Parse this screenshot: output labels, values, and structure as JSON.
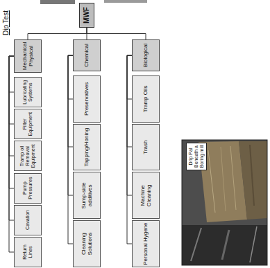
{
  "diagram": {
    "title": "Dip Test",
    "nodes": [
      {
        "text": [
          "MWF"
        ]
      },
      {
        "text": [
          "Mechanical Physical"
        ]
      },
      {
        "text": [
          "Lubricating Systems"
        ]
      },
      {
        "text": [
          "Filter Equipment"
        ]
      },
      {
        "text": [
          "Tramp oil Removal Equipment"
        ]
      },
      {
        "text": [
          "Pump Pressures"
        ]
      },
      {
        "text": [
          "Cavation"
        ]
      },
      {
        "text": [
          "Return Lines"
        ]
      },
      {
        "text": [
          "Chemical"
        ]
      },
      {
        "text": [
          "Preservatives"
        ]
      },
      {
        "text": [
          "Tapping/Honing"
        ]
      },
      {
        "text": [
          "Sump-side additives"
        ]
      },
      {
        "text": [
          "Cleaning Solutions"
        ]
      },
      {
        "text": [
          "Biological"
        ]
      },
      {
        "text": [
          "Tramp Oils"
        ]
      },
      {
        "text": [
          "Trash"
        ]
      },
      {
        "text": [
          "Machine Cleaning"
        ]
      },
      {
        "text": [
          "Personal Hygene"
        ]
      },
      {
        "text": [
          "Drip Pal Beneath a Boring mill"
        ]
      }
    ],
    "edges": [
      {
        "from": 0,
        "to": 1,
        "arrow": "none"
      },
      {
        "from": 0,
        "to": 8,
        "arrow": "none"
      },
      {
        "from": 0,
        "to": 13,
        "arrow": "none"
      },
      {
        "from": 1,
        "to": 2,
        "arrow": "none"
      },
      {
        "from": 1,
        "to": 3,
        "arrow": "none"
      },
      {
        "from": 1,
        "to": 4,
        "arrow": "none"
      },
      {
        "from": 1,
        "to": 5,
        "arrow": "none"
      },
      {
        "from": 1,
        "to": 6,
        "arrow": "none"
      },
      {
        "from": 1,
        "to": 7,
        "arrow": "none"
      },
      {
        "from": 8,
        "to": 9,
        "arrow": "none"
      },
      {
        "from": 8,
        "to": 10,
        "arrow": "none"
      },
      {
        "from": 8,
        "to": 11,
        "arrow": "none"
      },
      {
        "from": 8,
        "to": 12,
        "arrow": "none"
      },
      {
        "from": 13,
        "to": 14,
        "arrow": "none"
      },
      {
        "from": 13,
        "to": 15,
        "arrow": "none"
      },
      {
        "from": 13,
        "to": 16,
        "arrow": "none"
      },
      {
        "from": 13,
        "to": 17,
        "arrow": "none"
      }
    ]
  }
}
